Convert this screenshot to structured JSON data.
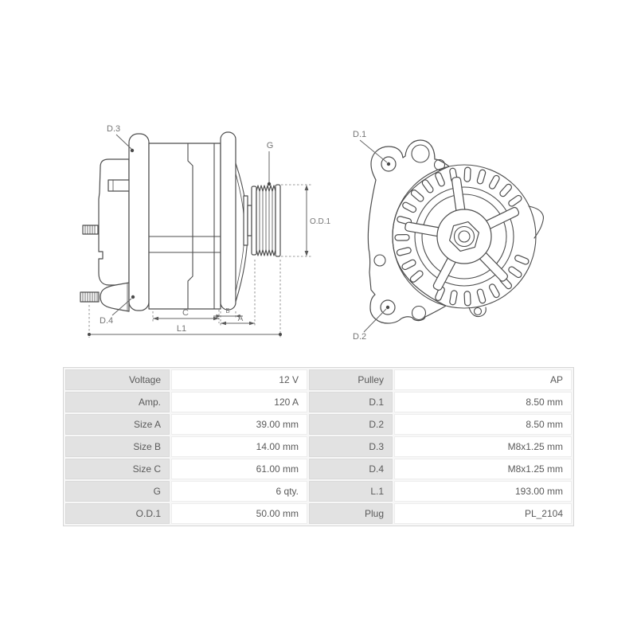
{
  "diagram": {
    "side_view": {
      "labels": {
        "d3": "D.3",
        "d4": "D.4",
        "g": "G",
        "od1": "O.D.1",
        "c": "C",
        "b": "B",
        "a": "A",
        "l1": "L1"
      }
    },
    "front_view": {
      "labels": {
        "d1": "D.1",
        "d2": "D.2"
      }
    }
  },
  "specs": {
    "rows": [
      {
        "l1": "Voltage",
        "v1": "12 V",
        "l2": "Pulley",
        "v2": "AP"
      },
      {
        "l1": "Amp.",
        "v1": "120 A",
        "l2": "D.1",
        "v2": "8.50 mm"
      },
      {
        "l1": "Size A",
        "v1": "39.00 mm",
        "l2": "D.2",
        "v2": "8.50 mm"
      },
      {
        "l1": "Size B",
        "v1": "14.00 mm",
        "l2": "D.3",
        "v2": "M8x1.25 mm"
      },
      {
        "l1": "Size C",
        "v1": "61.00 mm",
        "l2": "D.4",
        "v2": "M8x1.25 mm"
      },
      {
        "l1": "G",
        "v1": "6 qty.",
        "l2": "L.1",
        "v2": "193.00 mm"
      },
      {
        "l1": "O.D.1",
        "v1": "50.00 mm",
        "l2": "Plug",
        "v2": "PL_2104"
      }
    ]
  },
  "colors": {
    "drawing_line": "#4d4d4d",
    "dim_label_text": "#757575",
    "table_label_bg": "#e2e2e2",
    "table_value_bg": "#ffffff",
    "table_text": "#5a5a5a"
  }
}
